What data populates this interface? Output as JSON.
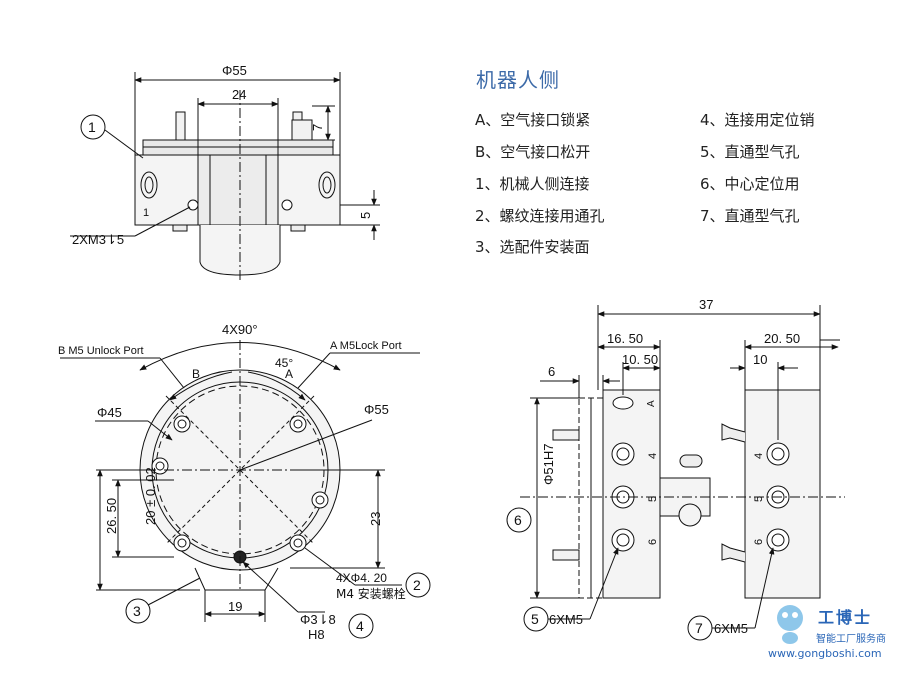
{
  "legend": {
    "title": "机器人侧",
    "left_items": [
      "A、空气接口锁紧",
      "B、空气接口松开",
      "1、机械人侧连接",
      "2、螺纹连接用通孔",
      "3、选配件安装面"
    ],
    "right_items": [
      "4、连接用定位销",
      "5、直通型气孔",
      "6、中心定位用",
      "7、直通型气孔"
    ]
  },
  "top_view": {
    "dia55": "Φ55",
    "dim24": "24",
    "dim7": "7",
    "dim5": "5",
    "thread": "2XM3⇂5",
    "balloon1": "1",
    "mark1": "1"
  },
  "front_view": {
    "angle90": "4X90°",
    "angle45": "45°",
    "portB": "B  M5 Unlock  Port",
    "portA": "A  M5Lock  Port",
    "letterB": "B",
    "letterA": "A",
    "dia45": "Φ45",
    "dia55": "Φ55",
    "dim2650": "26. 50",
    "dim20": "20 ± 0. 02",
    "dim23": "23",
    "dim19": "19",
    "holes": "4XΦ4. 20",
    "screw": "M4 安装螺栓",
    "pin": "Φ3⇂8",
    "h8": "H8",
    "balloon2": "2",
    "balloon3": "3",
    "balloon4": "4"
  },
  "side_view": {
    "dim37": "37",
    "dim1650": "16. 50",
    "dim1050": "10. 50",
    "dim2050": "20. 50",
    "dim10": "10",
    "dim6": "6",
    "dia51": "Φ51H7",
    "balloon6": "6",
    "balloon5": "5",
    "balloon7": "7",
    "thread5": "6XM5",
    "thread7": "6XM5",
    "portA": "A",
    "port4": "4",
    "port5": "5",
    "port6": "6"
  },
  "watermark": {
    "name": "工博士",
    "sub": "智能工厂服务商",
    "url": "www.gongboshi.com"
  },
  "colors": {
    "line": "#111111",
    "title": "#3c6aa8",
    "watermark": "#2a66b7",
    "part_fill": "#f4f4f4"
  }
}
